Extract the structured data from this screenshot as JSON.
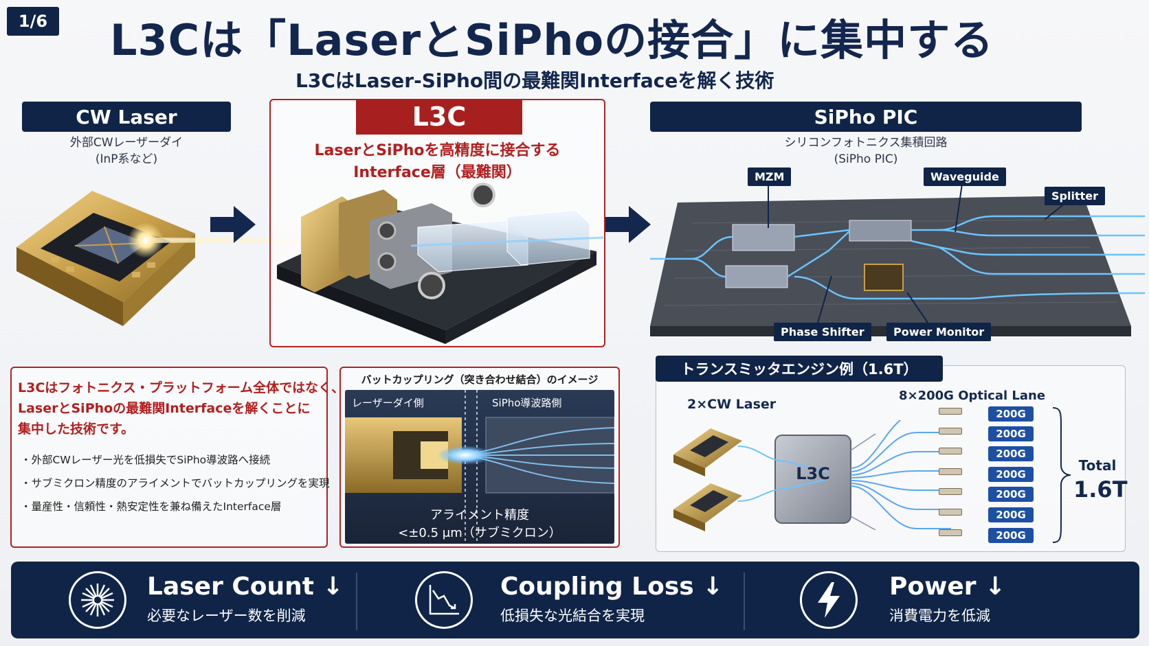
{
  "page_badge": "1/6",
  "title": "L3Cは「LaserとSiPhoの接合」に集中する",
  "subtitle": "L3CはLaser-SiPho間の最難関Interfaceを解く技術",
  "cw_laser": {
    "label": "CW Laser",
    "desc_line1": "外部CWレーザーダイ",
    "desc_line2": "(InP系など)"
  },
  "l3c": {
    "label": "L3C",
    "desc_line1": "LaserとSiPhoを高精度に接合する",
    "desc_line2": "Interface層（最難関）"
  },
  "sipho": {
    "label": "SiPho PIC",
    "desc_line1": "シリコンフォトニクス集積回路",
    "desc_line2": "(SiPho PIC)",
    "callouts": {
      "mzm": "MZM",
      "waveguide": "Waveguide",
      "splitter": "Splitter",
      "phase_shifter": "Phase Shifter",
      "power_monitor": "Power Monitor"
    }
  },
  "explain": {
    "headline_line1": "L3Cはフォトニクス・プラットフォーム全体ではなく、",
    "headline_line2": "LaserとSiPhoの最難関Interfaceを解くことに",
    "headline_line3": "集中した技術です。",
    "bullets": [
      "外部CWレーザー光を低損失でSiPho導波路へ接続",
      "サブミクロン精度のアライメントでバットカップリングを実現",
      "量産性・信頼性・熱安定性を兼ね備えたInterface層"
    ]
  },
  "butt": {
    "title": "バットカップリング（突き合わせ結合）のイメージ",
    "left_label": "レーザーダイ側",
    "right_label": "SiPho導波路側",
    "align_line1": "アライメント精度",
    "align_line2": "<±0.5 μm（サブミクロン）"
  },
  "engine": {
    "title": "トランスミッタエンジン例（1.6T）",
    "lasers_label": "2×CW Laser",
    "lanes_label": "8×200G Optical Lane",
    "chip_label": "L3C",
    "lanes": [
      "200G",
      "200G",
      "200G",
      "200G",
      "200G",
      "200G",
      "200G"
    ],
    "total_label": "Total",
    "total_value": "1.6T"
  },
  "metrics": [
    {
      "title": "Laser Count",
      "arrow": "↓",
      "sub": "必要なレーザー数を削減",
      "icon": "laser-burst-icon"
    },
    {
      "title": "Coupling Loss",
      "arrow": "↓",
      "sub": "低損失な光結合を実現",
      "icon": "loss-chart-icon"
    },
    {
      "title": "Power",
      "arrow": "↓",
      "sub": "消費電力を低減",
      "icon": "lightning-bolt-icon"
    }
  ],
  "colors": {
    "navy": "#102447",
    "red": "#b31e1e",
    "gold": "#c9a04a",
    "beam": "#5ab0ff"
  }
}
